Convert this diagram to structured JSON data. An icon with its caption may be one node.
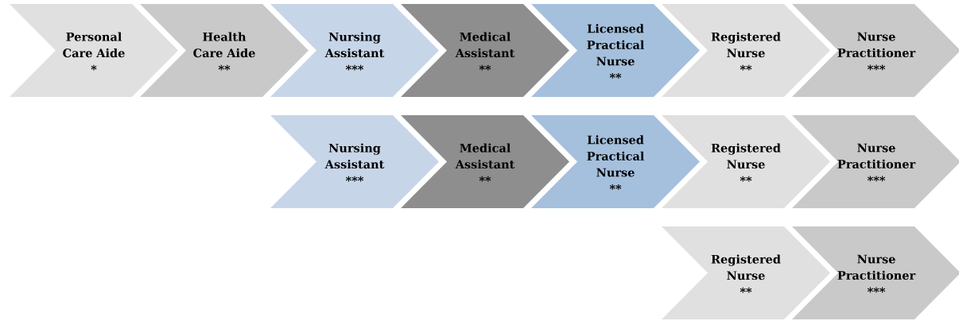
{
  "diagram": {
    "nodes": [
      {
        "text": [
          "Personal Care Aide",
          "*"
        ]
      },
      {
        "text": [
          "Health Care Aide",
          "**"
        ]
      },
      {
        "text": [
          "Nursing Assistant",
          "***"
        ]
      },
      {
        "text": [
          "Medical Assistant",
          "**"
        ]
      },
      {
        "text": [
          "Licensed Practical Nurse",
          "**"
        ]
      },
      {
        "text": [
          "Registered Nurse",
          "**"
        ]
      },
      {
        "text": [
          "Nurse Practitioner",
          "***"
        ]
      },
      {
        "text": [
          "Nursing Assistant",
          "***"
        ]
      },
      {
        "text": [
          "Medical Assistant",
          "**"
        ]
      },
      {
        "text": [
          "Licensed Practical Nurse",
          "**"
        ]
      },
      {
        "text": [
          "Registered Nurse",
          "**"
        ]
      },
      {
        "text": [
          "Nurse Practitioner",
          "***"
        ]
      },
      {
        "text": [
          "Registered Nurse",
          "**"
        ]
      },
      {
        "text": [
          "Nurse Practitioner",
          "***"
        ]
      }
    ]
  }
}
